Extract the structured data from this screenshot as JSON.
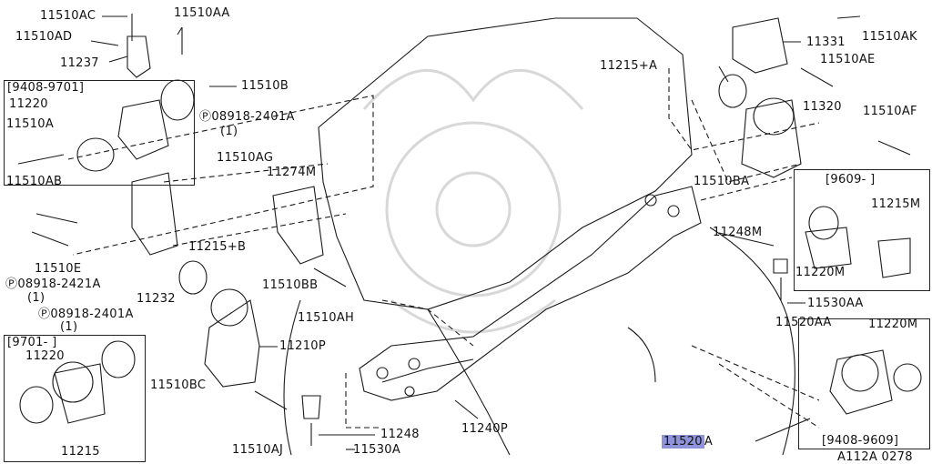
{
  "labels": {
    "p11510AC": "11510AC",
    "p11510AA": "11510AA",
    "p11510AD": "11510AD",
    "p11237": "11237",
    "p11510B": "11510B",
    "range_9408_9701": "[9408-9701]",
    "p11220_a": "11220",
    "pN08918_2401A_a": "08918-2401A",
    "qty_a": "(1)",
    "p11510A": "11510A",
    "p11510AG": "11510AG",
    "p11274M": "11274M",
    "p11510AB": "11510AB",
    "p11215B": "11215+B",
    "p11510E": "11510E",
    "pN08918_2421A": "08918-2421A",
    "qty_b": "(1)",
    "p11232": "11232",
    "p11510BB": "11510BB",
    "pN08918_2401A_b": "08918-2401A",
    "qty_c": "(1)",
    "p11510AH": "11510AH",
    "range_9701": "[9701-        ]",
    "p11220_b": "11220",
    "p11215": "11215",
    "p11210P": "11210P",
    "p11510BC": "11510BC",
    "p11248": "11248",
    "p11510AJ": "11510AJ",
    "p11530A": "11530A",
    "p11240P": "11240P",
    "p11331": "11331",
    "p11510AK": "11510AK",
    "p11215A": "11215+A",
    "p11510AE": "11510AE",
    "p11320": "11320",
    "p11510AF": "11510AF",
    "p11510BA": "11510BA",
    "range_9609": "[9609-        ]",
    "p11215M": "11215M",
    "p11248M": "11248M",
    "p11220M_a": "11220M",
    "p11530AA": "11530AA",
    "p11520AA": "11520AA",
    "p11220M_b": "11220M",
    "p11520": "11520",
    "p11520A_suffix": "A",
    "range_9408_9609": "[9408-9609]",
    "diagram_id": "A112A 0278"
  },
  "colors": {
    "line": "#1a1a1a",
    "highlight": "#8f93d9",
    "watermark": "#d6d6d6"
  }
}
